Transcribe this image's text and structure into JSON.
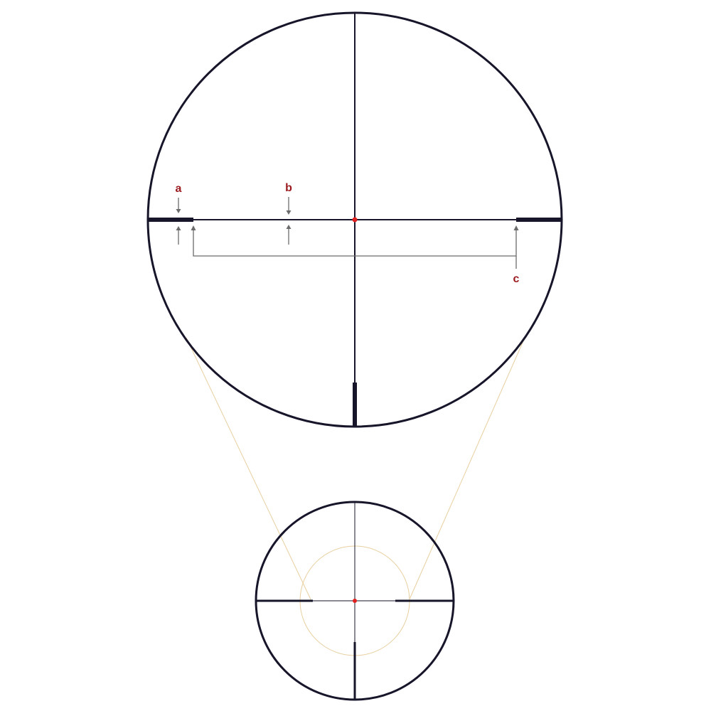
{
  "colors": {
    "reticle": "#16152a",
    "aim_dot": "#e0201e",
    "label": "#9b1a1f",
    "dimension_line": "#6b6b6b",
    "zoom_guide": "#e8cfa0"
  },
  "labels": {
    "a": "a",
    "b": "b",
    "c": "c"
  }
}
